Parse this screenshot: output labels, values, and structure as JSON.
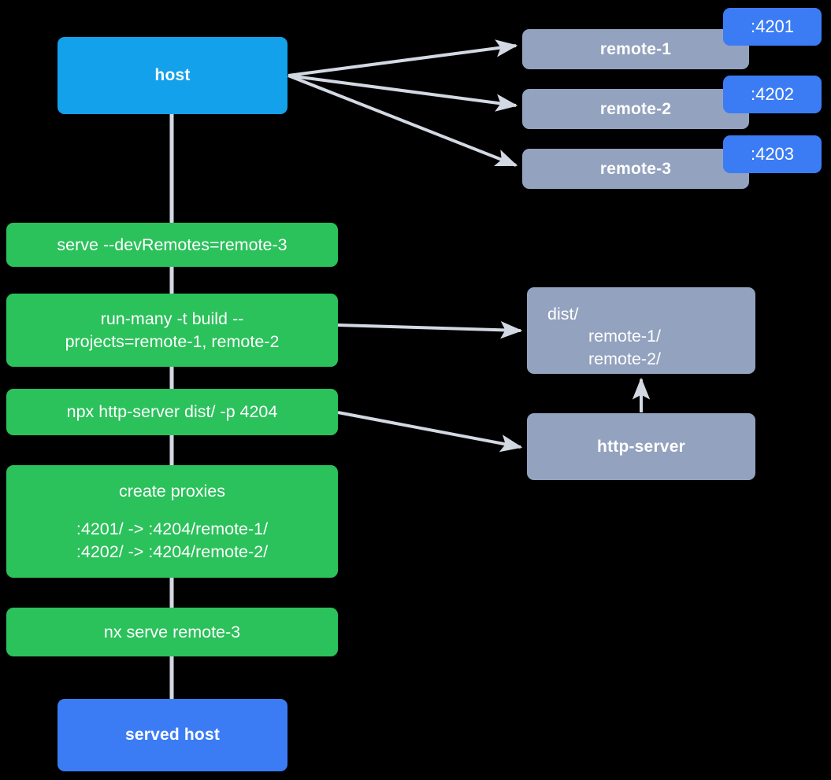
{
  "diagram": {
    "title": "host and remotes serve flow",
    "background_color": "#000000",
    "colors": {
      "host": "#12A1EA",
      "served_host": "#3B7CF5",
      "remote": "#93A2BE",
      "command": "#2BC15B",
      "badge": "#3B7CF5",
      "edge": "#D3D9E3",
      "text": "#FFFFFF"
    }
  },
  "nodes": {
    "host": {
      "label": "host"
    },
    "served_host": {
      "label": "served host"
    },
    "remotes": [
      {
        "label": "remote-1",
        "port_badge": ":4201"
      },
      {
        "label": "remote-2",
        "port_badge": ":4202"
      },
      {
        "label": "remote-3",
        "port_badge": ":4203"
      }
    ],
    "commands": [
      {
        "id": "serve",
        "label": "serve --devRemotes=remote-3"
      },
      {
        "id": "run-many",
        "label": "run-many -t build --\nprojects=remote-1, remote-2"
      },
      {
        "id": "http-server-cmd",
        "label": "npx http-server dist/ -p 4204"
      },
      {
        "id": "create-proxies",
        "title": "create proxies",
        "lines": [
          ":4201/ -> :4204/remote-1/",
          ":4202/ -> :4204/remote-2/"
        ]
      },
      {
        "id": "nx-serve",
        "label": "nx serve remote-3"
      }
    ],
    "dist": {
      "root": "dist/",
      "children": [
        "remote-1/",
        "remote-2/"
      ]
    },
    "http_server": {
      "label": "http-server"
    }
  }
}
